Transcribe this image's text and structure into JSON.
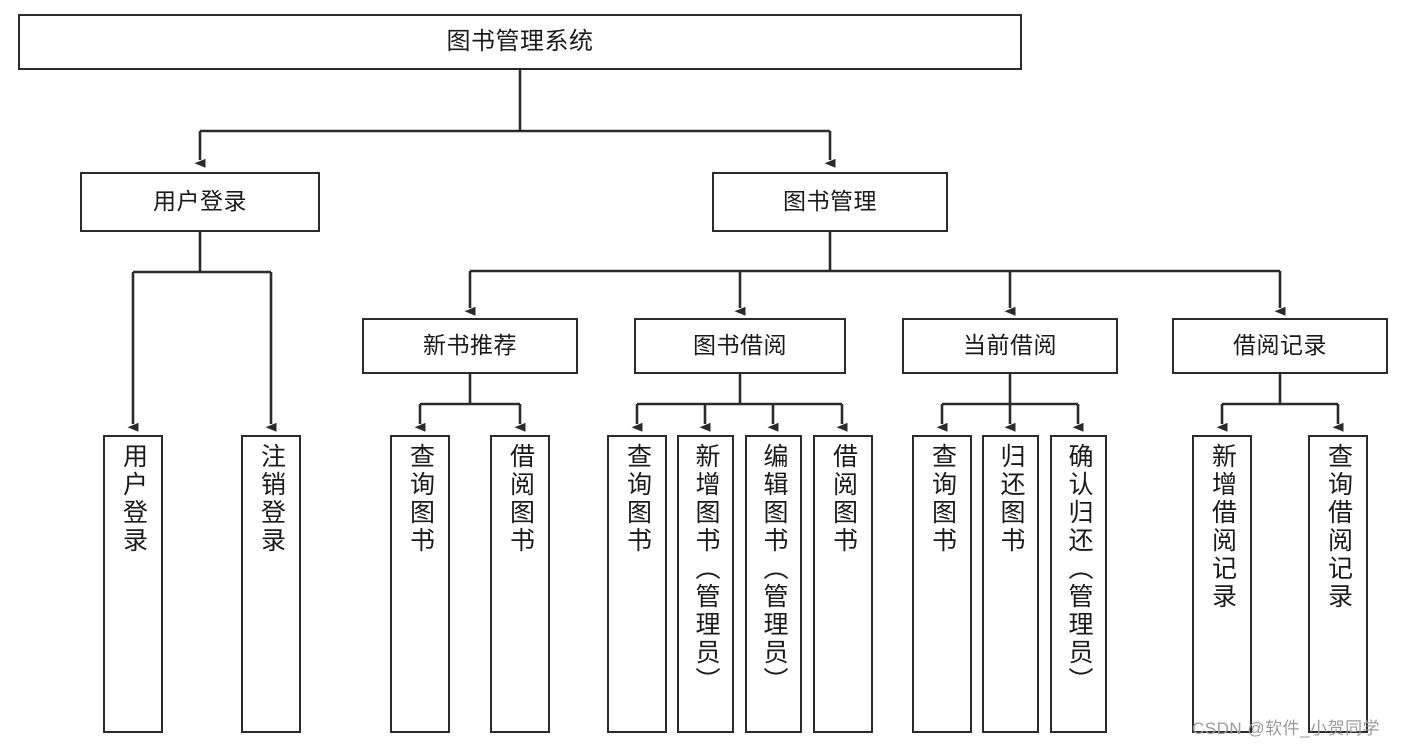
{
  "diagram": {
    "title": "图书管理系统",
    "watermark": "CSDN @软件_小贺同学",
    "colors": {
      "stroke": "#2b2b2b",
      "fill": "#ffffff",
      "text": "#1a1a1a",
      "watermark": "#9b9b9b"
    },
    "root": {
      "label": "图书管理系统"
    },
    "level1": [
      {
        "label": "用户登录"
      },
      {
        "label": "图书管理"
      }
    ],
    "level2": [
      {
        "label": "新书推荐"
      },
      {
        "label": "图书借阅"
      },
      {
        "label": "当前借阅"
      },
      {
        "label": "借阅记录"
      }
    ],
    "leaves": {
      "user_login": [
        {
          "label": "用户登录"
        },
        {
          "label": "注销登录"
        }
      ],
      "new_book": [
        {
          "label": "查询图书"
        },
        {
          "label": "借阅图书"
        }
      ],
      "borrow_book": [
        {
          "label": "查询图书"
        },
        {
          "label": "新增图书（管理员）"
        },
        {
          "label": "编辑图书（管理员）"
        },
        {
          "label": "借阅图书"
        }
      ],
      "current_borrow": [
        {
          "label": "查询图书"
        },
        {
          "label": "归还图书"
        },
        {
          "label": "确认归还（管理员）"
        }
      ],
      "borrow_record": [
        {
          "label": "新增借阅记录"
        },
        {
          "label": "查询借阅记录"
        }
      ]
    }
  }
}
